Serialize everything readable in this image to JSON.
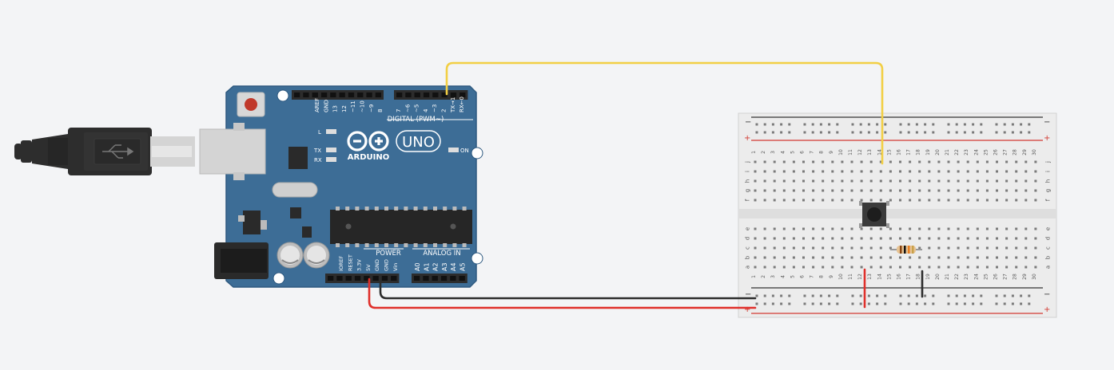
{
  "colors": {
    "background": "#f3f4f6",
    "board": "#3d6d96",
    "board_edge": "#2f5a80",
    "breadboard": "#ececec",
    "wire_yellow": "#f2cf45",
    "wire_red": "#e0302b",
    "wire_black": "#2c2c2c",
    "usb_body": "#2d2d2d"
  },
  "arduino": {
    "digital_pins": [
      "AREF",
      "GND",
      "13",
      "12",
      "~11",
      "~10",
      "~9",
      "8",
      "7",
      "~6",
      "~5",
      "4",
      "~3",
      "2",
      "TX→1",
      "RX←0"
    ],
    "digital_header": "DIGITAL (PWM~)",
    "brand": "ARDUINO",
    "model": "UNO",
    "led_l": "L",
    "led_tx": "TX",
    "led_rx": "RX",
    "led_on": "ON",
    "power_header": "POWER",
    "power_pins": [
      "IOREF",
      "RESET",
      "3.3V",
      "5V",
      "GND",
      "GND",
      "Vin"
    ],
    "analog_header": "ANALOG IN",
    "analog_pins": [
      "A0",
      "A1",
      "A2",
      "A3",
      "A4",
      "A5"
    ],
    "logo_icon": "infinity-logo-icon"
  },
  "breadboard": {
    "columns": [
      "1",
      "2",
      "3",
      "4",
      "5",
      "6",
      "7",
      "8",
      "9",
      "10",
      "11",
      "12",
      "13",
      "14",
      "15",
      "16",
      "17",
      "18",
      "19",
      "20",
      "21",
      "22",
      "23",
      "24",
      "25",
      "26",
      "27",
      "28",
      "29",
      "30"
    ],
    "top_rows": [
      "j",
      "i",
      "h",
      "g",
      "f"
    ],
    "bottom_rows": [
      "e",
      "d",
      "c",
      "b",
      "a"
    ],
    "rail_minus": "−",
    "rail_plus": "+"
  },
  "components": {
    "pushbutton": "pushbutton-icon",
    "resistor": "resistor-icon",
    "usb_cable": "usb-cable-icon"
  }
}
